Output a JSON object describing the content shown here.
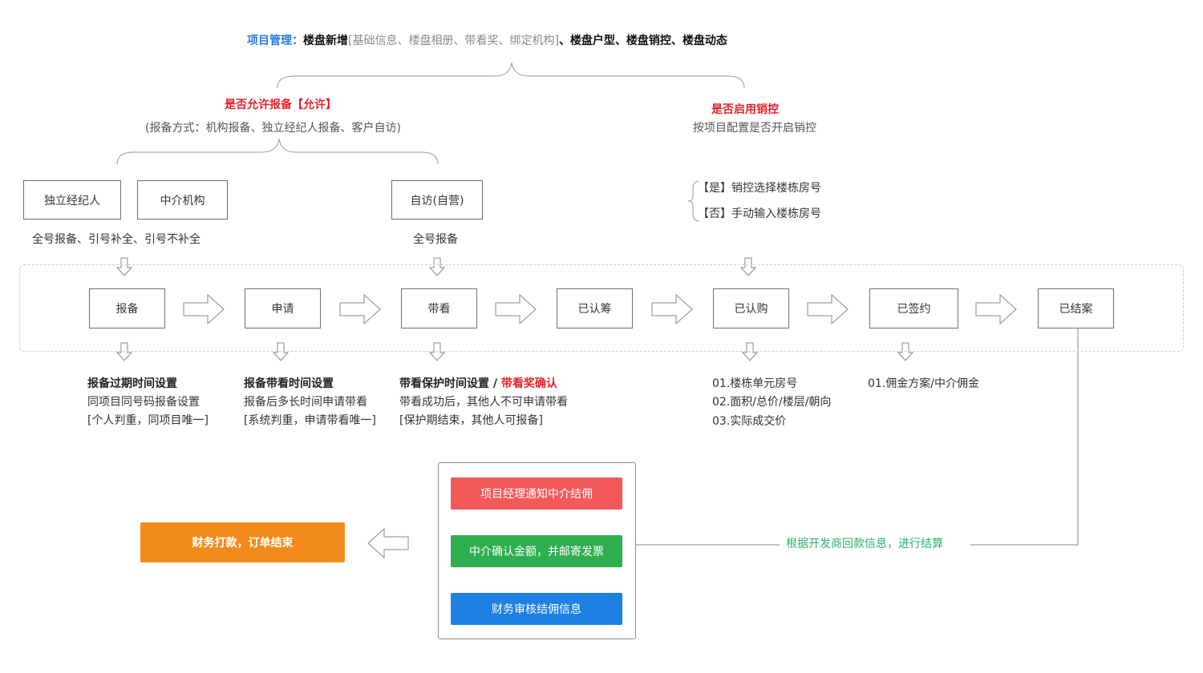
{
  "header": {
    "label": "项目管理：",
    "main1": "楼盘新增",
    "bracket": "[基础信息、楼盘相册、带看奖、绑定机构]",
    "main2": "、楼盘户型、楼盘销控、楼盘动态"
  },
  "left_group": {
    "title": "是否允许报备【允许】",
    "subtitle": "(报备方式：机构报备、独立经纪人报备、客户自访)"
  },
  "right_group": {
    "title": "是否启用销控",
    "subtitle": "按项目配置是否开启销控"
  },
  "sources": {
    "agent": "独立经纪人",
    "agency": "中介机构",
    "self_visit": "自访(自营)",
    "agent_note": "全号报备、引号补全、引号不补全",
    "self_note": "全号报备"
  },
  "sales_control": {
    "yes": "【是】销控选择楼栋房号",
    "no": "【否】手动输入楼栋房号"
  },
  "flow": [
    "报备",
    "申请",
    "带看",
    "已认筹",
    "已认购",
    "已签约",
    "已结案"
  ],
  "notes": {
    "report": {
      "title": "报备过期时间设置",
      "line1": "同项目同号码报备设置",
      "line2": "[个人判重，同项目唯一]"
    },
    "apply": {
      "title": "报备带看时间设置",
      "line1": "报备后多长时间申请带看",
      "line2": "[系统判重，申请带看唯一]"
    },
    "visit": {
      "title": "带看保护时间设置 / ",
      "title_red": "带看奖确认",
      "line1": "带看成功后，其他人不可申请带看",
      "line2": "[保护期结束，其他人可报备]"
    },
    "purchase": {
      "line1": "01.楼栋单元房号",
      "line2": "02.面积/总价/楼层/朝向",
      "line3": "03.实际成交价"
    },
    "signed": {
      "line1": "01.佣金方案/中介佣金"
    }
  },
  "settlement": {
    "step1": "项目经理通知中介结佣",
    "step2": "中介确认金额，并邮寄发票",
    "step3": "财务审核结佣信息",
    "note": "根据开发商回款信息，进行结算",
    "final": "财务打款，订单结束"
  },
  "colors": {
    "red_btn": "#f25a5a",
    "green_btn": "#2fae4f",
    "blue_btn": "#1d80e2",
    "orange_btn": "#f38b1c",
    "accent_red": "#e8222a",
    "accent_blue": "#2a7ae2",
    "accent_green": "#2bb06a"
  }
}
